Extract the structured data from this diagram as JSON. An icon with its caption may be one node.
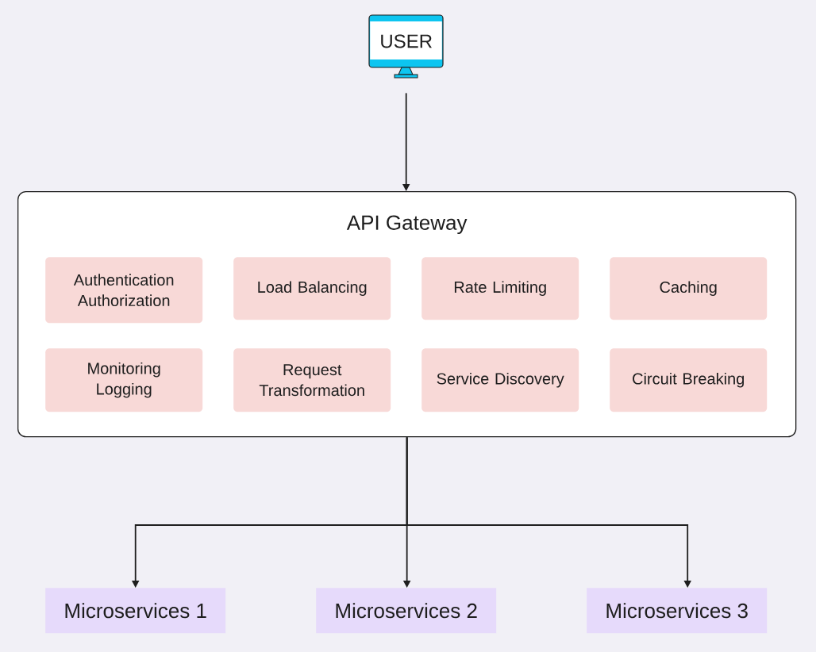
{
  "diagram": {
    "nodes": [
      {
        "text": [
          "USER"
        ]
      },
      {
        "text": [
          "API Gateway"
        ]
      },
      {
        "text": [
          "Authentication Authorization"
        ],
        "in": 1
      },
      {
        "text": [
          "Load Balancing"
        ],
        "in": 1
      },
      {
        "text": [
          "Rate Limiting"
        ],
        "in": 1
      },
      {
        "text": [
          "Caching"
        ],
        "in": 1
      },
      {
        "text": [
          "Monitoring Logging"
        ],
        "in": 1
      },
      {
        "text": [
          "Request Transformation"
        ],
        "in": 1
      },
      {
        "text": [
          "Service Discovery"
        ],
        "in": 1
      },
      {
        "text": [
          "Circuit Breaking"
        ],
        "in": 1
      },
      {
        "text": [
          "Microservices 1"
        ]
      },
      {
        "text": [
          "Microservices 2"
        ]
      },
      {
        "text": [
          "Microservices 3"
        ]
      }
    ],
    "edges": [
      {
        "from": 0,
        "to": 1,
        "arrow": "to"
      },
      {
        "from": 1,
        "to": 10,
        "arrow": "to"
      },
      {
        "from": 1,
        "to": 11,
        "arrow": "to"
      },
      {
        "from": 1,
        "to": 12,
        "arrow": "to"
      }
    ]
  }
}
